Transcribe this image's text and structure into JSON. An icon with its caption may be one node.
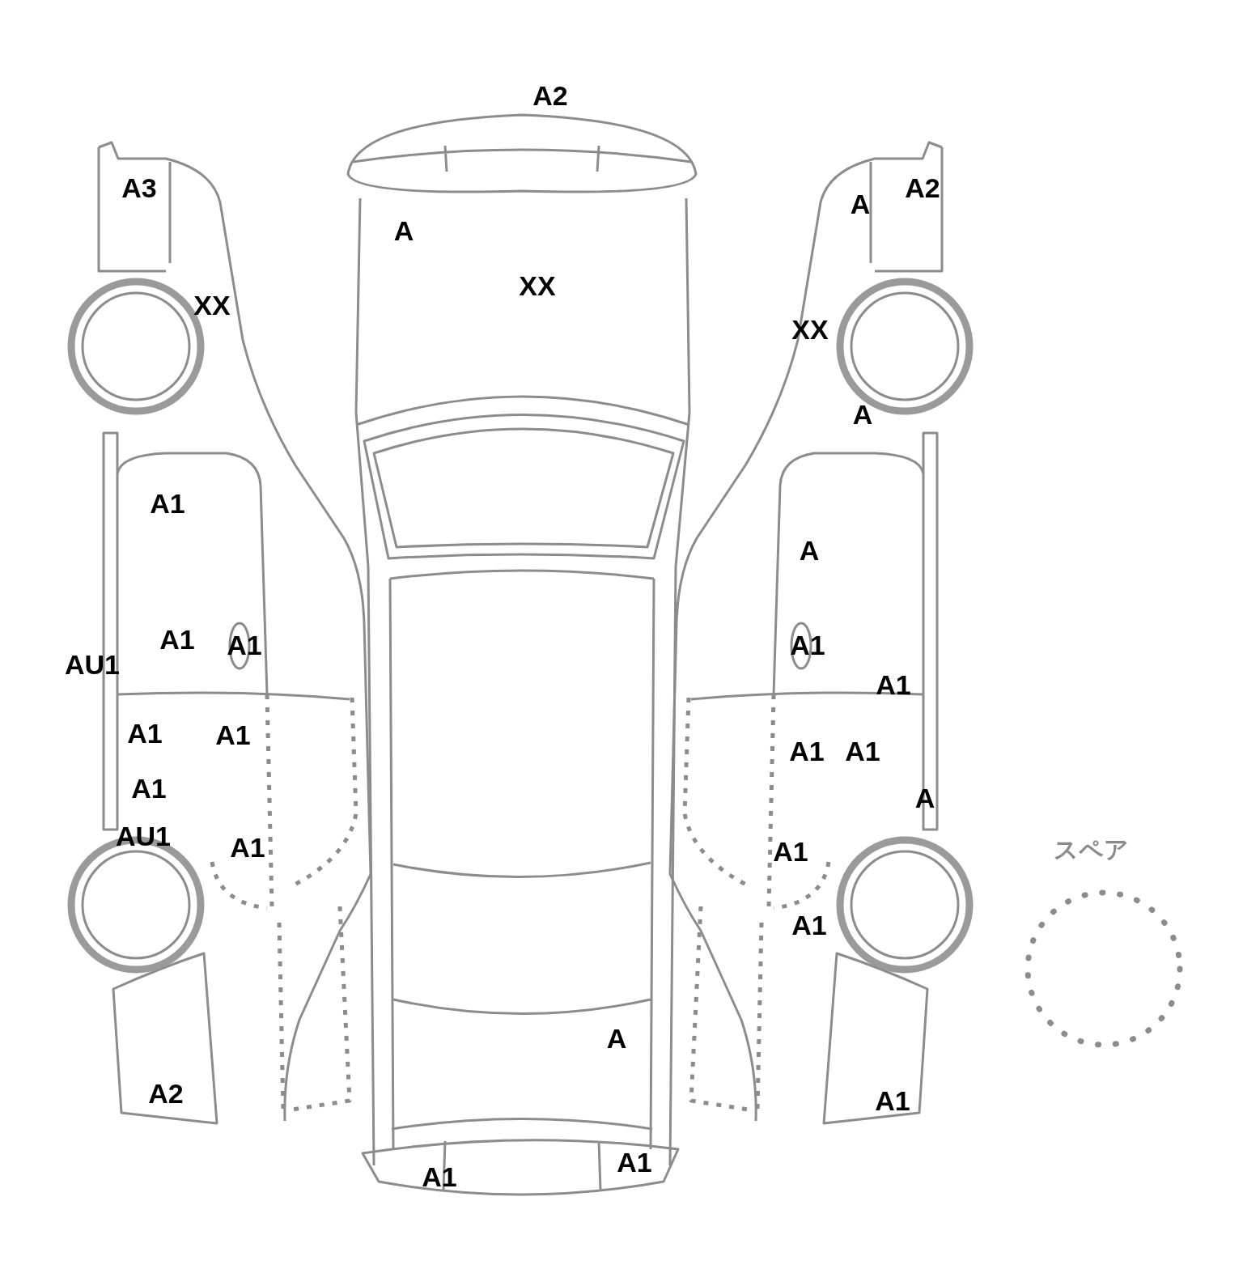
{
  "diagram": {
    "nodes": [
      {
        "text": [
          "スペア"
        ]
      }
    ],
    "labels": [
      "A2",
      "A3",
      "A",
      "A2",
      "A",
      "XX",
      "XX",
      "XX",
      "A",
      "A1",
      "A",
      "A1",
      "A1",
      "A1",
      "AU1",
      "A1",
      "A1",
      "A1",
      "A1",
      "A1",
      "A1",
      "A",
      "AU1",
      "A1",
      "A1",
      "A1",
      "A",
      "A2",
      "A1",
      "A1",
      "A1"
    ]
  }
}
